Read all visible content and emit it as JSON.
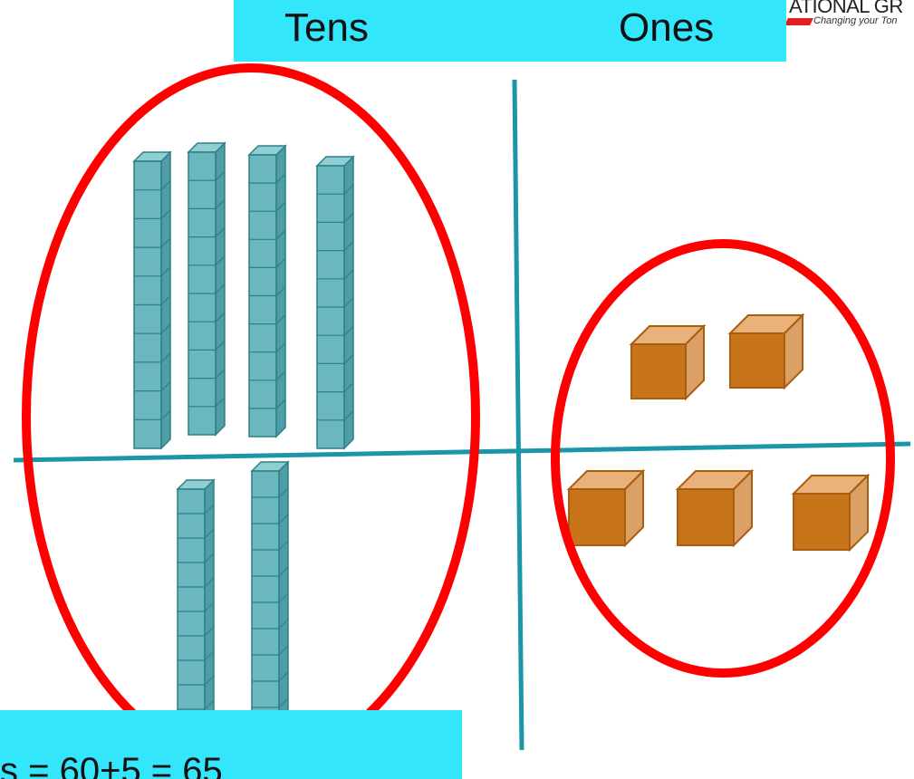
{
  "header": {
    "tens_label": "Tens",
    "ones_label": "Ones"
  },
  "logo": {
    "line1": "ATIONAL GR",
    "line2": "Changing your Ton"
  },
  "equation": {
    "text": "s = 60+5 = 65"
  },
  "blocks": {
    "tens_rods_count": 6,
    "cubes_per_rod": 10,
    "ones_cubes_count": 5
  },
  "colors": {
    "banner": "#33e6fb",
    "divider": "#1a96a6",
    "circle": "#ff0000",
    "rod_fill": "#6ab7bd",
    "cube_fill": "#c87418"
  }
}
